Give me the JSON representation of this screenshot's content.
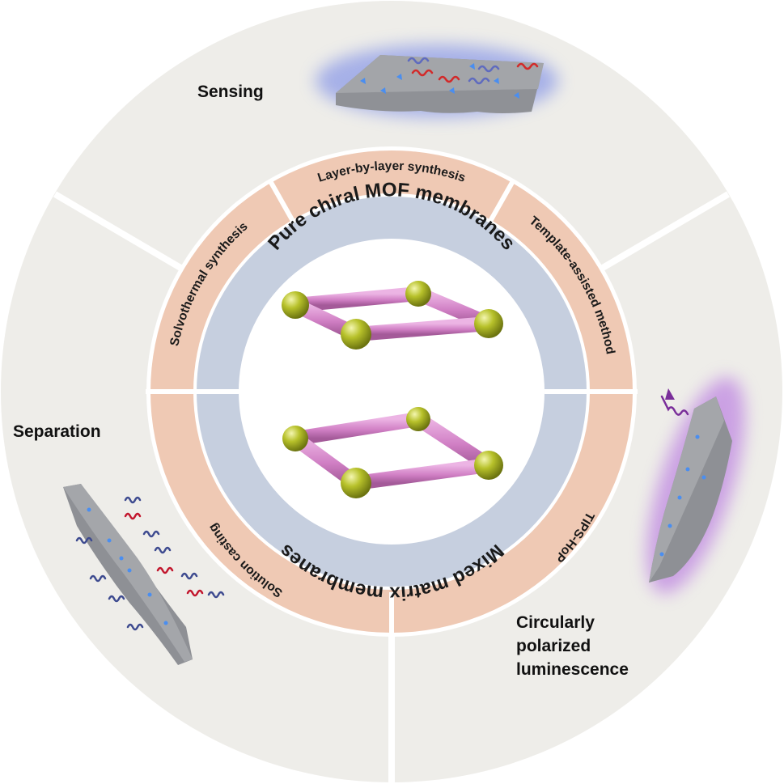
{
  "applications": {
    "sensing": "Sensing",
    "separation": "Separation",
    "cpl_line1": "Circularly",
    "cpl_line2": "polarized",
    "cpl_line3": "luminescence"
  },
  "membrane_classes": {
    "pure": "Pure chiral MOF membranes",
    "mixed": "Mixed matrix membranes"
  },
  "methods": {
    "solvothermal": "Solvothermal synthesis",
    "layer_by_layer": "Layer-by-layer synthesis",
    "template": "Template-assisted method",
    "solution_casting": "Solution casting",
    "tips_hop": "TIPS-HoP"
  },
  "colors": {
    "outer_ring": "#eeede9",
    "method_ring": "#efc9b4",
    "class_ring": "#c6cfdf",
    "cube_rod": "#d27fc7",
    "cube_node": "#a7b31f"
  }
}
